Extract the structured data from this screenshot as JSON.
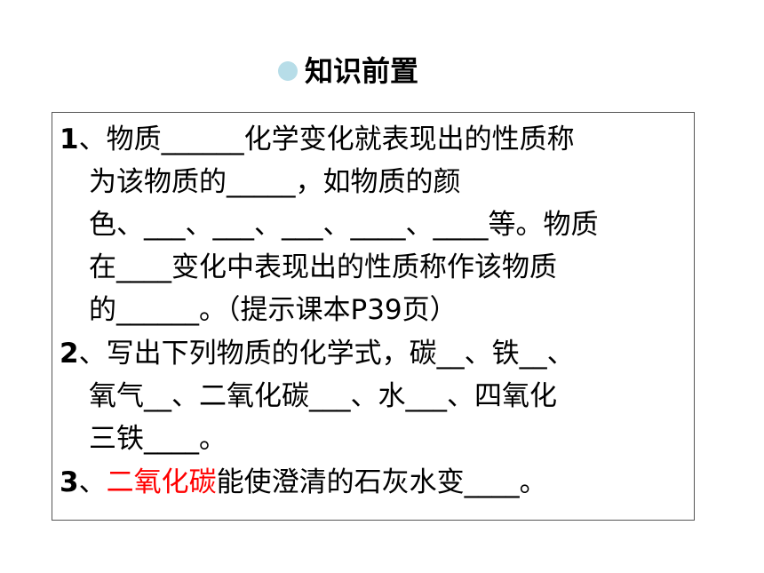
{
  "slide": {
    "title": "知识前置",
    "bullet_color": "#b7dde8"
  },
  "items": [
    {
      "number": "1",
      "lines": [
        "、物质______化学变化就表现出的性质称",
        "为该物质的_____，如物质的颜",
        "色、___、___、___、____、____等。物质",
        "在____变化中表现出的性质称作该物质",
        "的______。（提示课本P39页）"
      ]
    },
    {
      "number": "2",
      "lines": [
        "、写出下列物质的化学式，碳__、铁__、",
        "氧气__、二氧化碳___、水___、四氧化",
        "三铁____。"
      ]
    },
    {
      "number": "3",
      "prefix": "、",
      "highlight": "二氧化碳",
      "highlight_color": "#ff0000",
      "suffix": "能使澄清的石灰水变____。"
    }
  ]
}
